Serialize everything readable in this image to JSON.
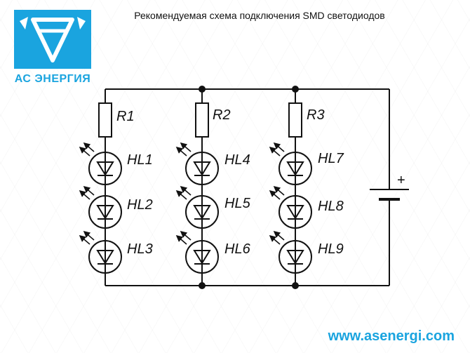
{
  "header": {
    "title": "Рекомендуемая схема подключения SMD светодиодов"
  },
  "logo": {
    "text": "АС ЭНЕРГИЯ",
    "color": "#1aa4df"
  },
  "footer": {
    "website": "www.asenergi.com"
  },
  "diagram": {
    "resistors": [
      "R1",
      "R2",
      "R3"
    ],
    "leds": [
      "HL1",
      "HL2",
      "HL3",
      "HL4",
      "HL5",
      "HL6",
      "HL7",
      "HL8",
      "HL9"
    ],
    "battery_polarity": "+"
  }
}
